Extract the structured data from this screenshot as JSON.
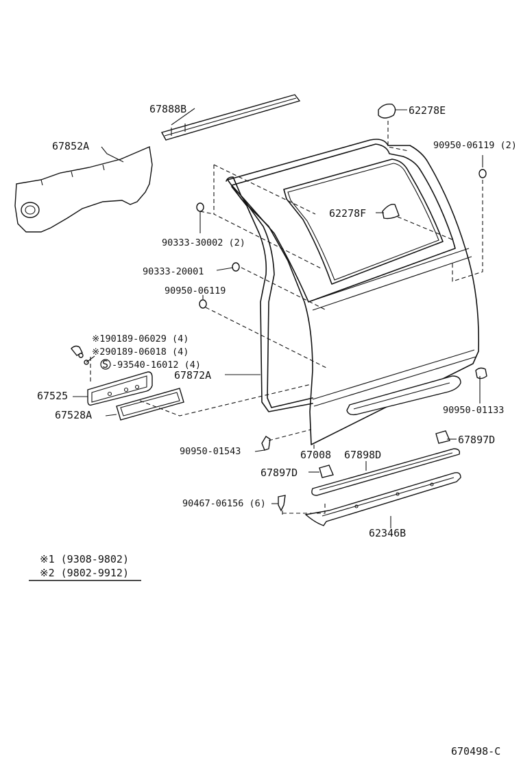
{
  "labels": {
    "p67888B": "67888B",
    "p62278E": "62278E",
    "p90950_06119_2": "90950-06119 (2)",
    "p67852A": "67852A",
    "p62278F": "62278F",
    "p90333_30002": "90333-30002 (2)",
    "p90333_20001": "90333-20001",
    "p90950_06119": "90950-06119",
    "p90189_06029": "※190189-06029 (4)",
    "p90189_06018": "※290189-06018 (4)",
    "s_circle": "S",
    "p93540_16012": "-93540-16012 (4)",
    "p67872A": "67872A",
    "p67525": "67525",
    "p67528A": "67528A",
    "p90950_01133": "90950-01133",
    "p90950_01543": "90950-01543",
    "p67008": "67008",
    "p67898D": "67898D",
    "p67897D_right": "67897D",
    "p67897D_left": "67897D",
    "p90467_06156": "90467-06156 (6)",
    "p62346B": "62346B"
  },
  "legend": {
    "note1": "※1 (9308-9802)",
    "note2": "※2 (9802-9912)"
  },
  "footer": {
    "code": "670498-C"
  }
}
